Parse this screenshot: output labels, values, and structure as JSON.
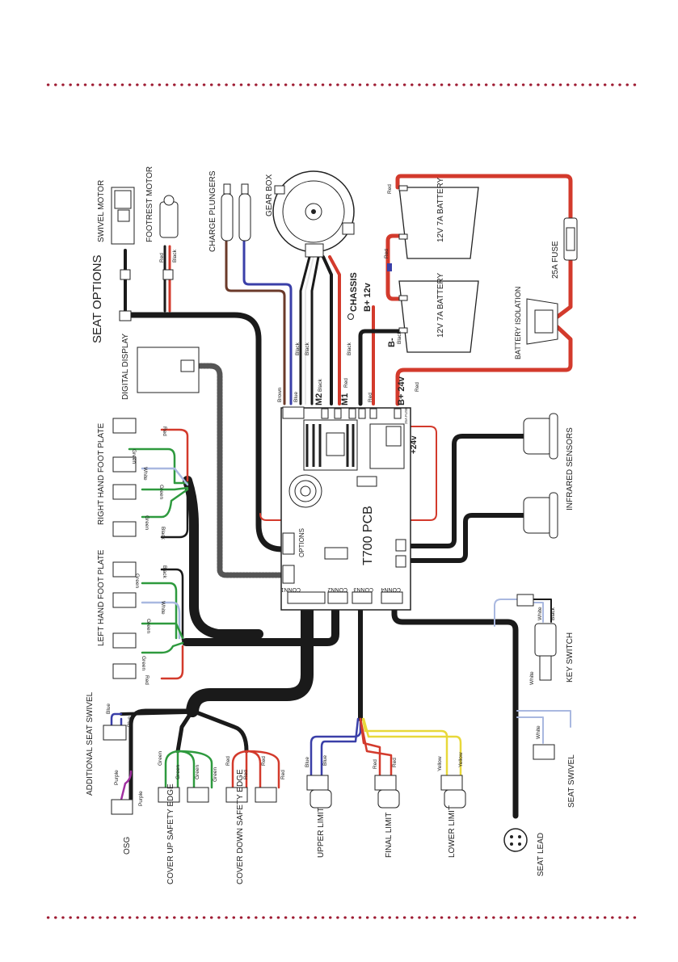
{
  "colors": {
    "accent_dots": "#9e1b32",
    "red_wire": "#d33a2c",
    "black_wire": "#1a1a1a",
    "blue_wire": "#3a3fa8",
    "green_wire": "#2e9a3e",
    "yellow_wire": "#e8d83a",
    "brown_wire": "#6b3a2a",
    "white_wire": "#a9b8e0",
    "purple_wire": "#a02fa0"
  },
  "pcb": {
    "name": "T700 PCB",
    "options_port": "OPTIONS",
    "conn1": "CONN1",
    "conn2": "CONN2",
    "conn3": "CONN3",
    "conn4": "CONN4",
    "supply": "+24v",
    "fuse_tag": "25A FUSE"
  },
  "terminals": {
    "m2": "M2",
    "m1": "M1",
    "chassis": "CHASSIS",
    "b_plus_12": "B+ 12v",
    "b_minus": "B-",
    "b_plus_24": "B+ 24v"
  },
  "components": {
    "seat_options": "SEAT OPTIONS",
    "swivel_motor": "SWIVEL MOTOR",
    "footrest_motor": "FOOTREST MOTOR",
    "charge_plungers": "CHARGE PLUNGERS",
    "gear_box": "GEAR BOX",
    "digital_display": "DIGITAL DISPLAY",
    "battery_top": "12V 7A BATTERY",
    "battery_bottom": "12V 7A BATTERY",
    "fuse_25a": "25A FUSE",
    "battery_isolation": "BATTERY ISOLATION",
    "right_hand_foot_plate": "RIGHT HAND FOOT PLATE",
    "left_hand_foot_plate": "LEFT HAND FOOT PLATE",
    "infrared_sensors": "INFRARED SENSORS",
    "key_switch": "KEY SWITCH",
    "additional_seat_swivel": "ADDITIONAL SEAT SWIVEL",
    "osg": "OSG",
    "cover_up_safety_edge": "COVER UP SAFETY EDGE",
    "cover_down_safety_edge": "COVER DOWN SAFETY EDGE",
    "upper_limit": "UPPER LIMIT",
    "final_limit": "FINAL LIMIT",
    "lower_limit": "LOWER LIMIT",
    "seat_lead": "SEAT LEAD",
    "seat_swivel": "SEAT SWIVEL"
  },
  "wire_labels": {
    "red": "Red",
    "black": "Black",
    "blue": "Blue",
    "brown": "Brown",
    "green": "Green",
    "white": "White",
    "yellow": "Yellow",
    "purple": "Purple"
  }
}
